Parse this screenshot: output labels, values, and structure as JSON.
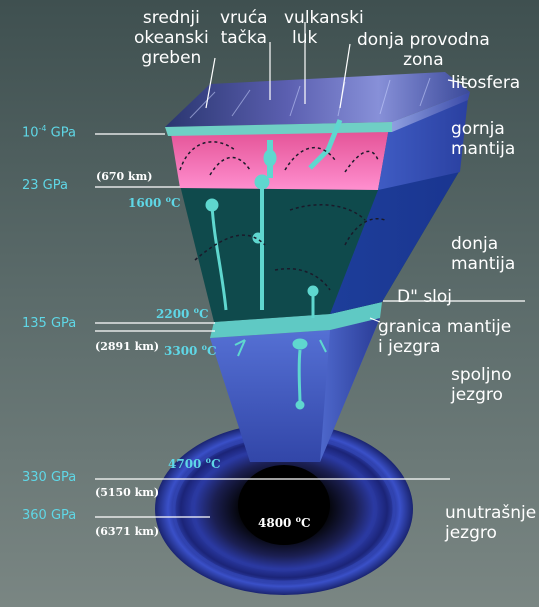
{
  "labels": {
    "mid_ocean_ridge": [
      "srednji",
      "okeanski",
      "greben"
    ],
    "hot_spot": [
      "vruća",
      "tačka"
    ],
    "volcanic_arc": [
      "vulkanski",
      "luk"
    ],
    "subduction_zone": [
      "donja provodna",
      "zona"
    ],
    "lithosphere": "litosfera",
    "upper_mantle": [
      "gornja",
      "mantija"
    ],
    "lower_mantle": [
      "donja",
      "mantija"
    ],
    "d_layer": "D\" sloj",
    "core_mantle_boundary": [
      "granica mantije",
      "i jezgra"
    ],
    "outer_core": [
      "spoljno",
      "jezgro"
    ],
    "inner_core": [
      "unutrašnje",
      "jezgro"
    ]
  },
  "pressures": {
    "p1": {
      "base": "10",
      "exp": "-4",
      "unit": " GPa"
    },
    "p2": "23 GPa",
    "p3": "135 GPa",
    "p4": "330 GPa",
    "p5": "360 GPa"
  },
  "depths": {
    "d1": "(670 km)",
    "d2": "(2891 km)",
    "d3": "(5150 km)",
    "d4": "(6371 km)"
  },
  "temperatures": {
    "t1": "1600",
    "t2": "2200",
    "t3": "3300",
    "t4": "4700",
    "t5": "4800",
    "unit": "C",
    "degree": "o"
  },
  "colors": {
    "background": "#5a6a6a",
    "upper_mantle": "#f25a9e",
    "lower_mantle": "#0f4a4c",
    "outer_core": "#4a66ce",
    "inner_core": "#000000",
    "plume": "#5fd7cf",
    "pressure_text": "#5fd7e6"
  }
}
